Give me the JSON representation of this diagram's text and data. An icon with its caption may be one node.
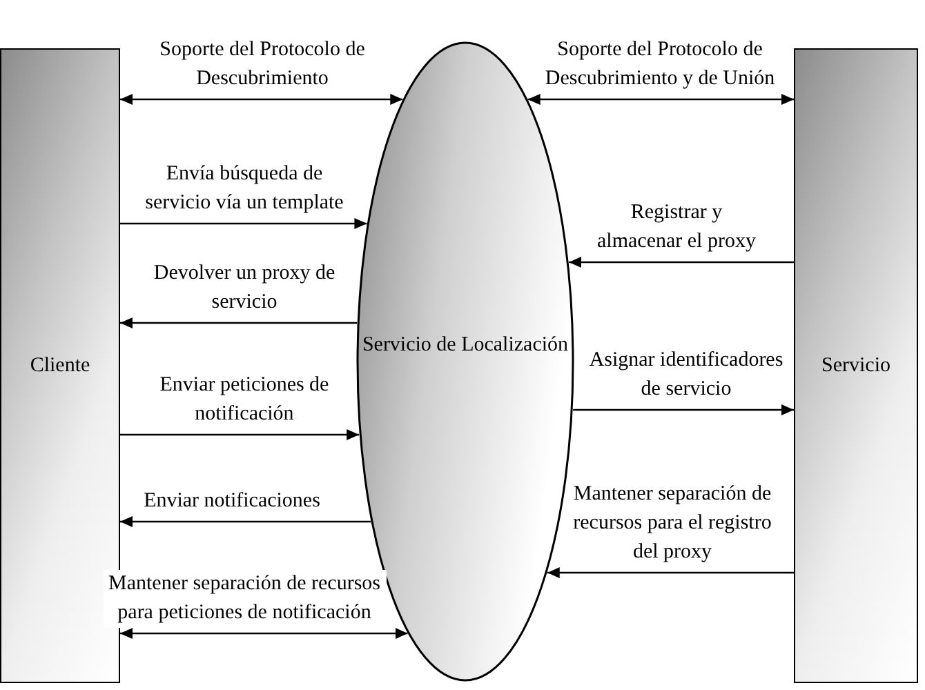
{
  "diagram": {
    "nodes": [
      {
        "text": [
          "Cliente"
        ]
      },
      {
        "text": [
          "Servicio de Localización"
        ]
      },
      {
        "text": [
          "Servicio"
        ]
      }
    ],
    "edges": [
      {
        "from": 0,
        "to": 1,
        "arrow": "both",
        "label": "Soporte del Protocolo de Descubrimiento"
      },
      {
        "from": 1,
        "to": 2,
        "arrow": "both",
        "label": "Soporte del Protocolo de Descubrimiento y de Unión"
      },
      {
        "from": 0,
        "to": 1,
        "arrow": "to",
        "label": "Envía búsqueda de servicio vía un template"
      },
      {
        "from": 2,
        "to": 1,
        "arrow": "to",
        "label": "Registrar y almacenar el proxy"
      },
      {
        "from": 1,
        "to": 0,
        "arrow": "to",
        "label": "Devolver un proxy de servicio"
      },
      {
        "from": 1,
        "to": 2,
        "arrow": "to",
        "label": "Asignar identificadores de servicio"
      },
      {
        "from": 0,
        "to": 1,
        "arrow": "to",
        "label": "Enviar peticiones de notificación"
      },
      {
        "from": 1,
        "to": 0,
        "arrow": "to",
        "label": "Enviar notificaciones"
      },
      {
        "from": 2,
        "to": 1,
        "arrow": "to",
        "label": "Mantener separación de recursos para el registro del proxy"
      },
      {
        "from": 0,
        "to": 1,
        "arrow": "both",
        "label": "Mantener separación de recursos para peticiones de notificación"
      }
    ]
  }
}
